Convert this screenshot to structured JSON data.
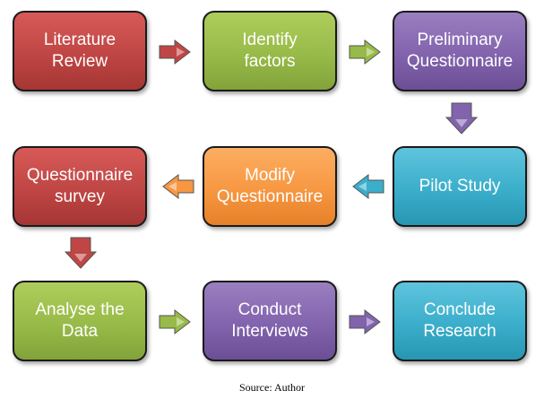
{
  "steps": [
    {
      "line1": "Literature",
      "line2": "Review",
      "color": "#bf4644"
    },
    {
      "line1": "Identify",
      "line2": "factors",
      "color": "#98ba48"
    },
    {
      "line1": "Preliminary",
      "line2": "Questionnaire",
      "color": "#8263ad"
    },
    {
      "line1": "Pilot Study",
      "line2": "",
      "color": "#3aaecb"
    },
    {
      "line1": "Modify",
      "line2": "Questionnaire",
      "color": "#f79742"
    },
    {
      "line1": "Questionnaire",
      "line2": "survey",
      "color": "#bf4644"
    },
    {
      "line1": "Analyse the",
      "line2": "Data",
      "color": "#98ba48"
    },
    {
      "line1": "Conduct",
      "line2": "Interviews",
      "color": "#8263ad"
    },
    {
      "line1": "Conclude",
      "line2": "Research",
      "color": "#3aaecb"
    }
  ],
  "arrows": [
    {
      "direction": "right",
      "color": "#bf4644"
    },
    {
      "direction": "right",
      "color": "#98ba48"
    },
    {
      "direction": "down",
      "color": "#8263ad"
    },
    {
      "direction": "left",
      "color": "#3aaecb"
    },
    {
      "direction": "left",
      "color": "#f79742"
    },
    {
      "direction": "down",
      "color": "#bf4644"
    },
    {
      "direction": "right",
      "color": "#98ba48"
    },
    {
      "direction": "right",
      "color": "#8263ad"
    }
  ],
  "caption": "Source: Author"
}
